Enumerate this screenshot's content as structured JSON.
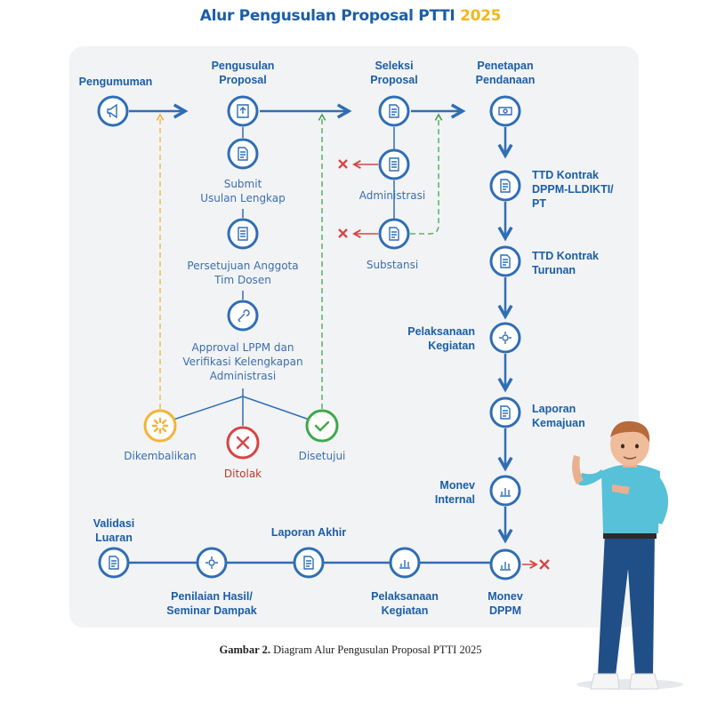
{
  "title": {
    "main": "Alur Pengusulan Proposal PTTI",
    "year": "2025"
  },
  "caption": {
    "label": "Gambar 2.",
    "text": "Diagram Alur Pengusulan Proposal PTTI 2025"
  },
  "top_row": {
    "pengumuman": "Pengumuman",
    "pengusulan": "Pengusulan\nProposal",
    "seleksi": "Seleksi\nProposal",
    "penetapan": "Penetapan\nPendanaan"
  },
  "pengusulan_steps": {
    "submit": "Submit\nUsulan Lengkap",
    "persetujuan": "Persetujuan Anggota\nTim Dosen",
    "approval": "Approval LPPM dan\nVerifikasi Kelengkapan\nAdministrasi"
  },
  "outcomes": {
    "dikembalikan": "Dikembalikan",
    "ditolak": "Ditolak",
    "disetujui": "Disetujui"
  },
  "seleksi_steps": {
    "administrasi": "Administrasi",
    "substansi": "Substansi"
  },
  "right_column": {
    "ttd_kontrak": "TTD Kontrak\nDPPM-LLDIKTI/\nPT",
    "ttd_turunan": "TTD Kontrak\nTurunan",
    "pelaksanaan": "Pelaksanaan\nKegiatan",
    "laporan_kemajuan": "Laporan\nKemajuan",
    "monev_internal": "Monev\nInternal"
  },
  "bottom_row": {
    "monev_dppm": "Monev\nDPPM",
    "pelaksanaan": "Pelaksanaan\nKegiatan",
    "laporan_akhir": "Laporan Akhir",
    "penilaian": "Penilaian Hasil/\nSeminar Dampak",
    "validasi": "Validasi\nLuaran"
  },
  "colors": {
    "blue": "#2f6eb5",
    "yellow": "#f5b335",
    "red": "#d64545",
    "green": "#3ea84a",
    "panel": "#f2f3f5"
  }
}
